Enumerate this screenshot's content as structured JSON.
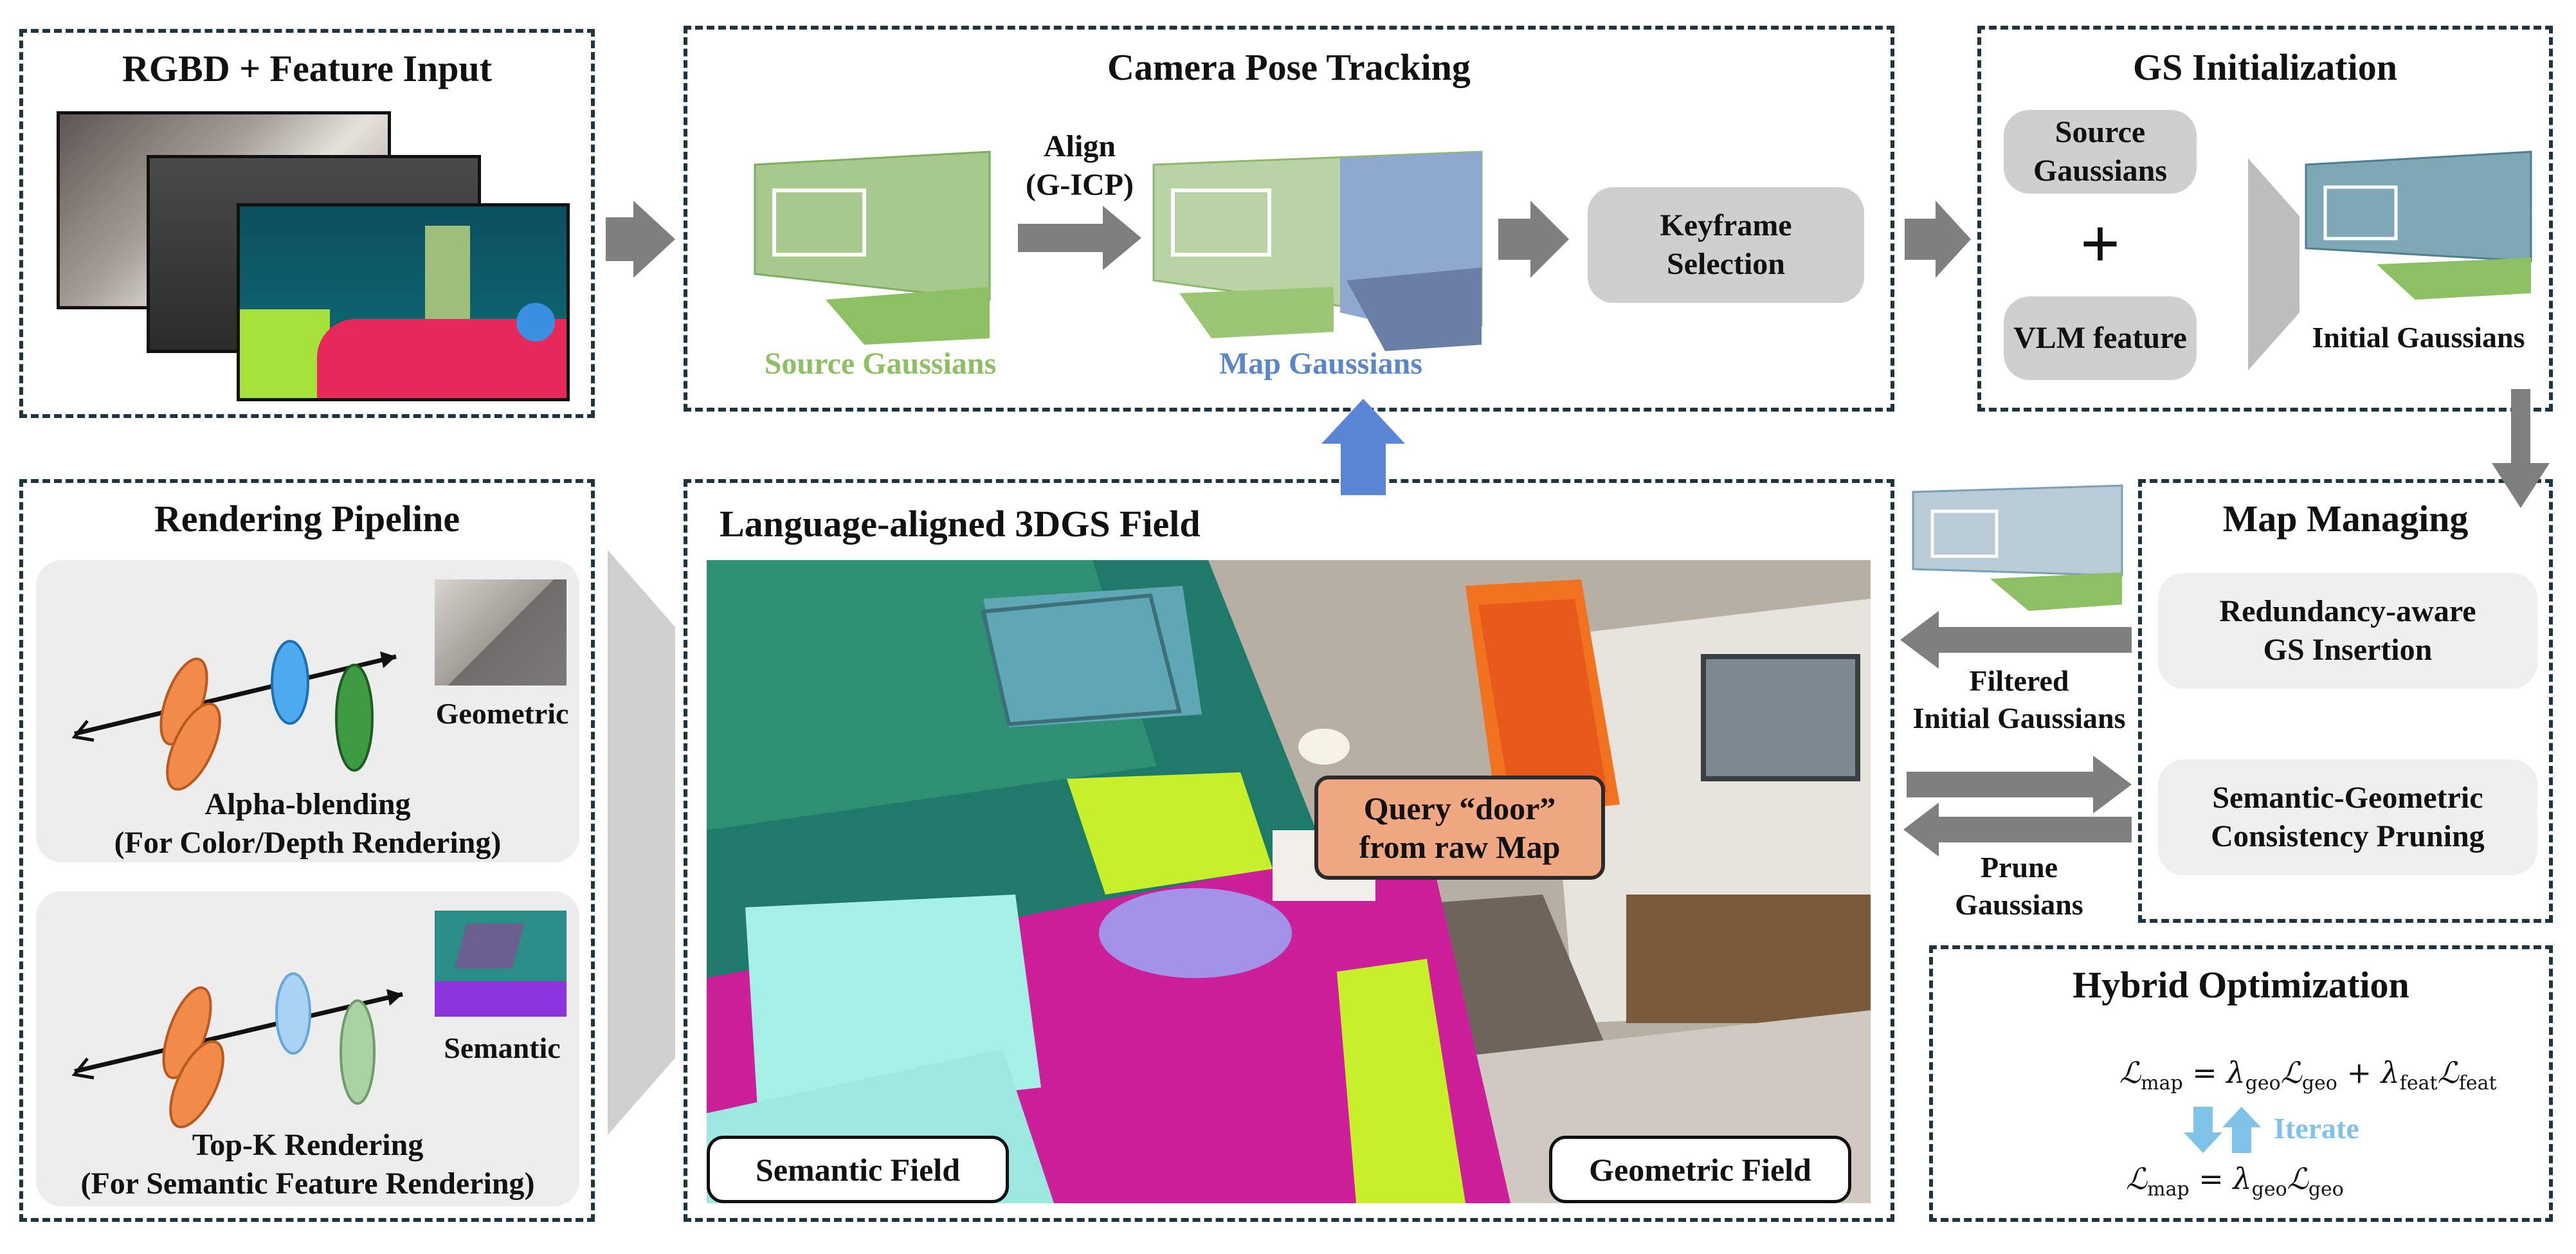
{
  "input": {
    "title": "RGBD + Feature Input"
  },
  "tracking": {
    "title": "Camera Pose Tracking",
    "align": [
      "Align",
      "(G-ICP)"
    ],
    "source": "Source Gaussians",
    "map": "Map Gaussians",
    "keyframe": [
      "Keyframe",
      "Selection"
    ]
  },
  "init": {
    "title": "GS Initialization",
    "source": [
      "Source",
      "Gaussians"
    ],
    "plus": "+",
    "vlm": "VLM feature",
    "initial": "Initial Gaussians"
  },
  "render": {
    "title": "Rendering Pipeline",
    "geometric": "Geometric",
    "alpha": [
      "Alpha-blending",
      "(For Color/Depth Rendering)"
    ],
    "semantic": "Semantic",
    "topk": [
      "Top-K Rendering",
      "(For Semantic Feature Rendering)"
    ]
  },
  "field": {
    "title": "Language-aligned 3DGS Field",
    "query": [
      "Query “door”",
      "from raw Map"
    ],
    "semantic_field": "Semantic Field",
    "geometric_field": "Geometric Field"
  },
  "map": {
    "title": "Map Managing",
    "insertion": [
      "Redundancy-aware",
      "GS Insertion"
    ],
    "pruning": [
      "Semantic-Geometric",
      "Consistency Pruning"
    ],
    "filtered": [
      "Filtered",
      "Initial Gaussians"
    ],
    "prune": [
      "Prune",
      "Gaussians"
    ]
  },
  "optim": {
    "title": "Hybrid Optimization",
    "iterate": "Iterate"
  },
  "colors": {
    "border": "#1f3441",
    "gray_arrow": "#7f7f7f",
    "blue_arrow": "#5b86d6",
    "source_green": "#8cc063",
    "map_blue": "#5b86c8",
    "query_fill": "#f0a883",
    "iterate": "#7fc3e8"
  }
}
